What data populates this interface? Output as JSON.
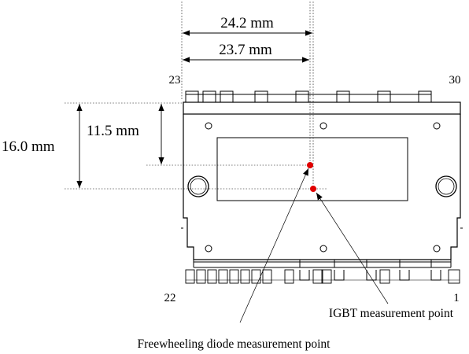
{
  "dimensions": {
    "horizontal_outer": "24.2 mm",
    "horizontal_inner": "23.7 mm",
    "vertical_outer": "16.0 mm",
    "vertical_inner": "11.5 mm"
  },
  "pins": {
    "top_left": "23",
    "top_right": "30",
    "bottom_left": "22",
    "bottom_right": "1"
  },
  "labels": {
    "igbt": "IGBT measurement point",
    "diode": "Freewheeling diode measurement point"
  },
  "colors": {
    "measurement_point": "#e00000",
    "line": "#000000"
  }
}
